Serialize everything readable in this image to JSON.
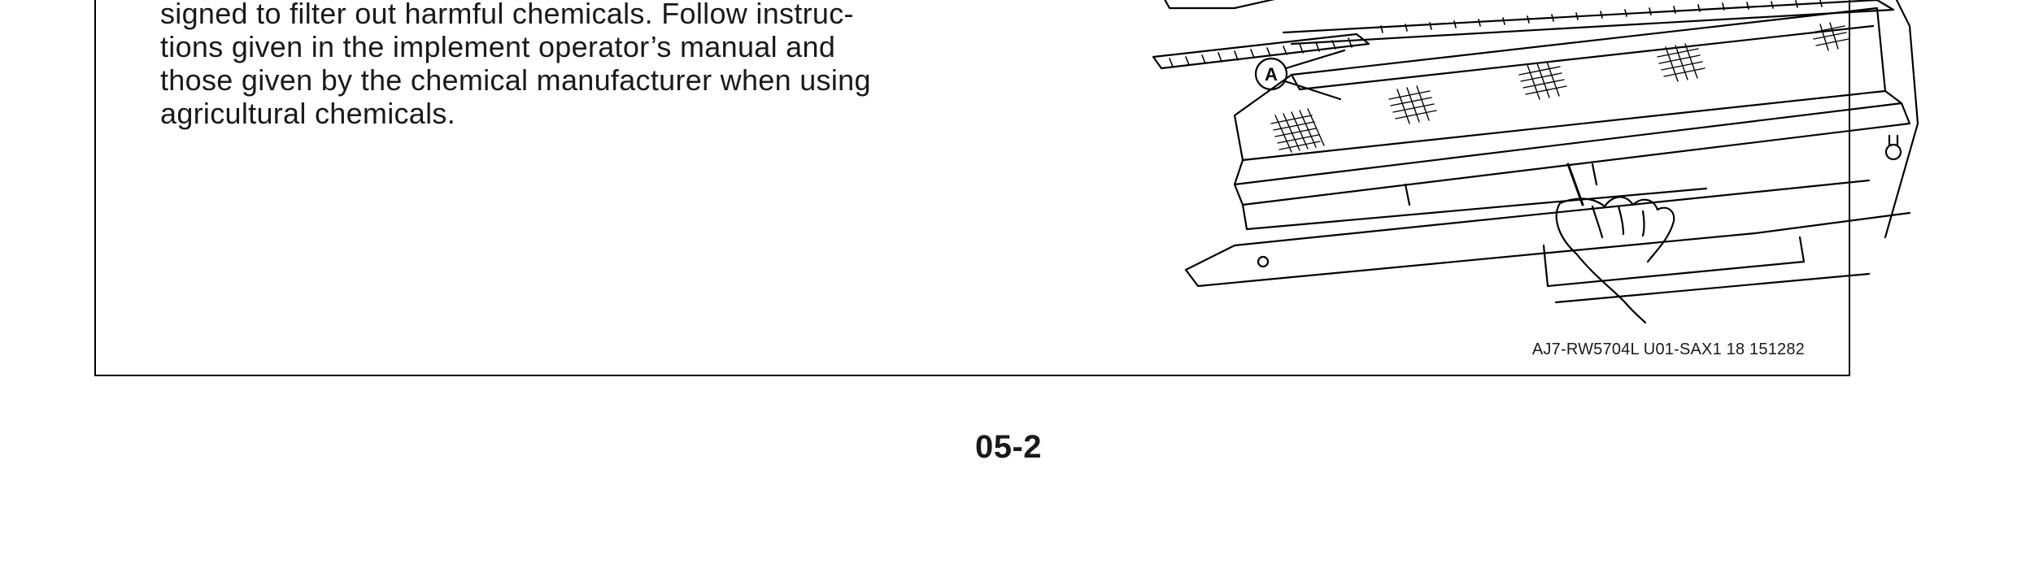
{
  "body_text": {
    "lines": [
      "signed to filter out harmful chemicals. Follow instruc-",
      "tions given in the implement operator’s manual and",
      "those given by the chemical manufacturer when using",
      "agricultural chemicals."
    ]
  },
  "illustration": {
    "callout_label": "A"
  },
  "figure_code": "AJ7-RW5704L U01-SAX1 18 151282",
  "page_number": "05-2"
}
